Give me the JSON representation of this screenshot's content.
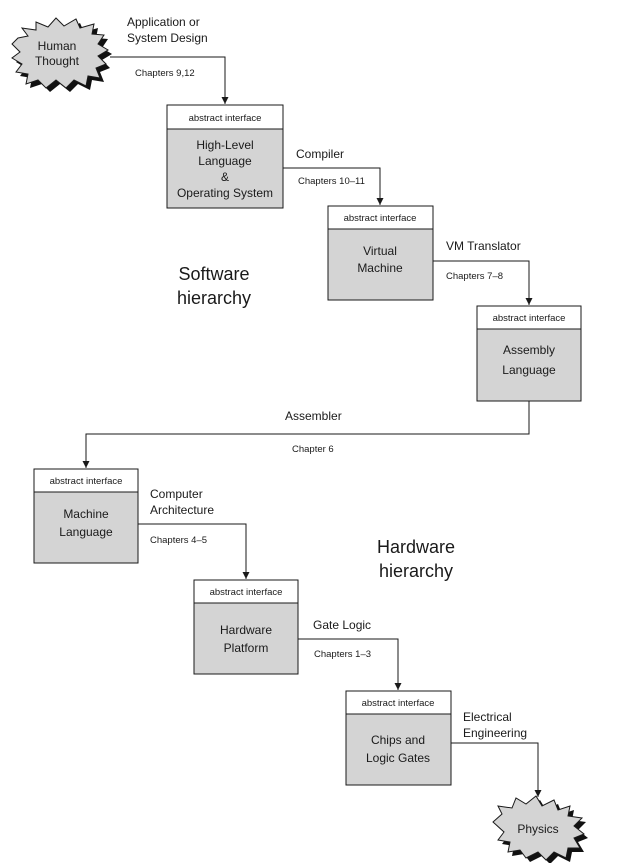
{
  "human": {
    "line1": "Human",
    "line2": "Thought"
  },
  "physics": {
    "label": "Physics"
  },
  "abstract_label": "abstract interface",
  "boxes": [
    {
      "lines": [
        "High-Level",
        "Language",
        "&",
        "Operating System"
      ]
    },
    {
      "lines": [
        "Virtual",
        "Machine"
      ]
    },
    {
      "lines": [
        "Assembly",
        "Language"
      ]
    },
    {
      "lines": [
        "Machine",
        "Language"
      ]
    },
    {
      "lines": [
        "Hardware",
        "Platform"
      ]
    },
    {
      "lines": [
        "Chips and",
        "Logic Gates"
      ]
    }
  ],
  "edges": [
    {
      "name": [
        "Application or",
        "System Design"
      ],
      "chapters": "Chapters 9,12"
    },
    {
      "name": [
        "Compiler"
      ],
      "chapters": "Chapters 10–11"
    },
    {
      "name": [
        "VM Translator"
      ],
      "chapters": "Chapters 7–8"
    },
    {
      "name": [
        "Assembler"
      ],
      "chapters": "Chapter 6"
    },
    {
      "name": [
        "Computer",
        "Architecture"
      ],
      "chapters": "Chapters 4–5"
    },
    {
      "name": [
        "Gate Logic"
      ],
      "chapters": "Chapters 1–3"
    },
    {
      "name": [
        "Electrical",
        "Engineering"
      ],
      "chapters": ""
    }
  ],
  "software_hierarchy": {
    "line1": "Software",
    "line2": "hierarchy"
  },
  "hardware_hierarchy": {
    "line1": "Hardware",
    "line2": "hierarchy"
  }
}
